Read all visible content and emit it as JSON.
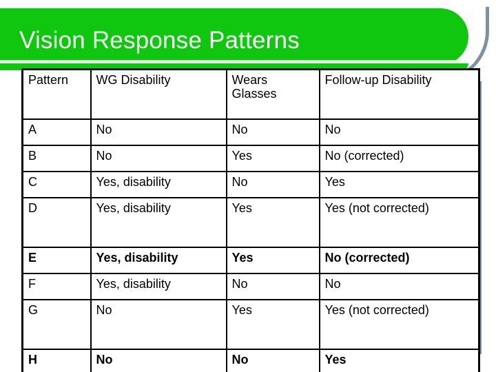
{
  "slide": {
    "title": "Vision Response Patterns",
    "accent_green": "#0FC70F",
    "highlight_blue": "#9ACBFF",
    "arc_color": "#7C94A0",
    "title_color": "#FFFFFF"
  },
  "table": {
    "columns": [
      "Pattern",
      "WG Disability",
      "Wears Glasses",
      "Follow-up Disability"
    ],
    "rows": [
      {
        "pattern": "A",
        "wg_disability": "No",
        "wears_glasses": "No",
        "followup_disability": "No",
        "highlight": false,
        "bold": false
      },
      {
        "pattern": "B",
        "wg_disability": "No",
        "wears_glasses": "Yes",
        "followup_disability": "No (corrected)",
        "highlight": false,
        "bold": false
      },
      {
        "pattern": "C",
        "wg_disability": "Yes, disability",
        "wears_glasses": "No",
        "followup_disability": "Yes",
        "highlight": false,
        "bold": false
      },
      {
        "pattern": "D",
        "wg_disability": "Yes, disability",
        "wears_glasses": "Yes",
        "followup_disability": "Yes (not corrected)",
        "highlight": false,
        "bold": false
      },
      {
        "pattern": "E",
        "wg_disability": "Yes, disability",
        "wears_glasses": "Yes",
        "followup_disability": "No (corrected)",
        "highlight": true,
        "bold": true
      },
      {
        "pattern": "F",
        "wg_disability": "Yes, disability",
        "wears_glasses": "No",
        "followup_disability": "No",
        "highlight": true,
        "bold": false
      },
      {
        "pattern": "G",
        "wg_disability": "No",
        "wears_glasses": "Yes",
        "followup_disability": "Yes (not corrected)",
        "highlight": true,
        "bold": false
      },
      {
        "pattern": "H",
        "wg_disability": "No",
        "wears_glasses": "No",
        "followup_disability": "Yes",
        "highlight": true,
        "bold": true
      }
    ]
  }
}
